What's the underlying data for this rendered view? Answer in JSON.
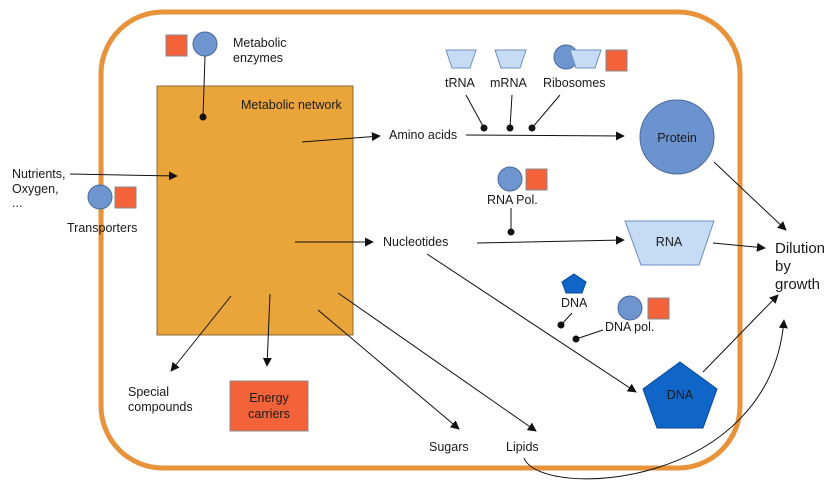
{
  "colors": {
    "cell_border": "#e8923a",
    "network_fill": "#e9a53a",
    "enzyme_square": "#f4623a",
    "enzyme_circle": "#6f95cf",
    "rna_light": "#c6dcf5",
    "dna_dark": "#1065c8",
    "protein": "#6a93cf"
  },
  "labels": {
    "metabolic_enzymes": [
      "Metabolic",
      "enzymes"
    ],
    "metabolic_network": "Metabolic network",
    "nutrients": [
      "Nutrients,",
      "Oxygen,",
      "..."
    ],
    "transporters": "Transporters",
    "trna": "tRNA",
    "mrna": "mRNA",
    "ribosomes": "Ribosomes",
    "amino_acids": "Amino acids",
    "protein": "Protein",
    "rna_pol": "RNA Pol.",
    "nucleotides": "Nucleotides",
    "rna": "RNA",
    "dilution": [
      "Dilution",
      "by",
      "growth"
    ],
    "dna_small": "DNA",
    "dna_pol": "DNA pol.",
    "dna": "DNA",
    "special_compounds": [
      "Special",
      "compounds"
    ],
    "energy_carriers": [
      "Energy",
      "carriers"
    ],
    "sugars": "Sugars",
    "lipids": "Lipids"
  }
}
